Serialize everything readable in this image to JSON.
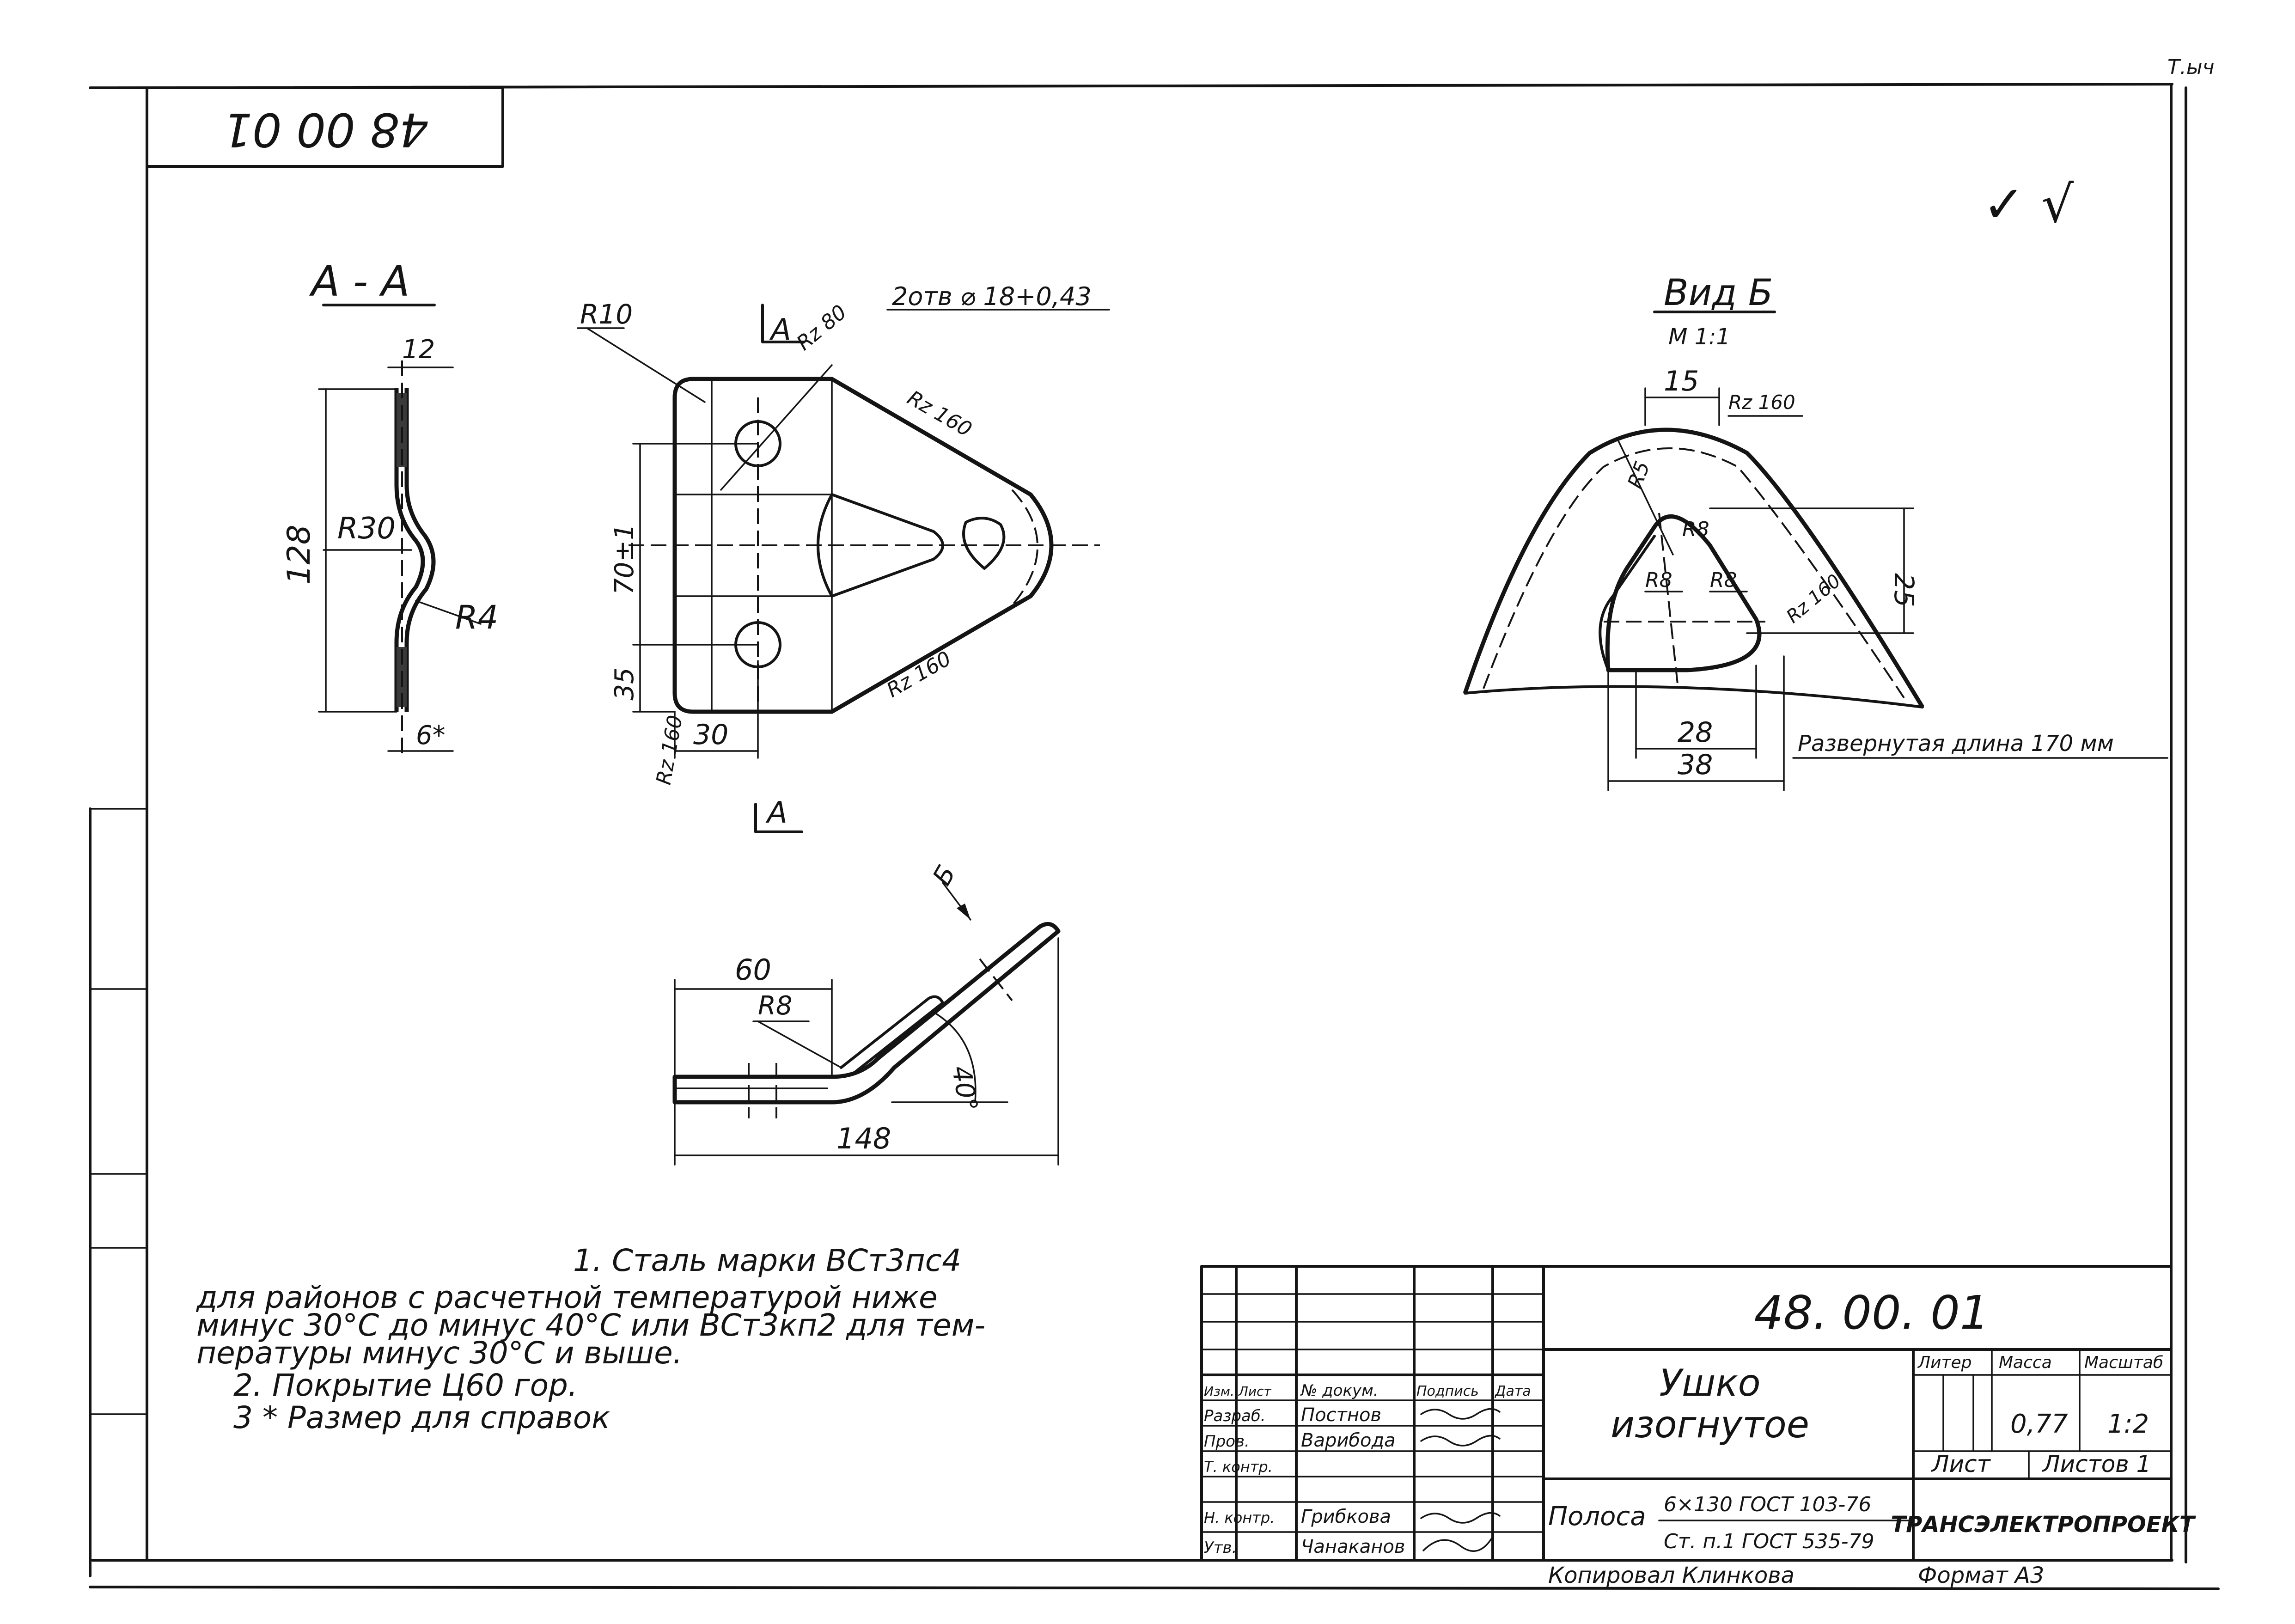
{
  "stamp": {
    "code": "48 00 01",
    "sign": "Т.ыч"
  },
  "surface_mark": "✓ √",
  "section_aa": {
    "title": "А - А",
    "dims": {
      "thickness": "12",
      "height": "128",
      "bend_radius": "R30",
      "small_radius": "R4",
      "sheet": "6*"
    }
  },
  "front_view": {
    "radius_corner": "R10",
    "holes": "2отв ⌀ 18+0,43",
    "section_label": "А",
    "roughness_top": "Rz 80",
    "roughness_edge": "Rz 160",
    "roughness_bottom": "Rz 160",
    "roughness_left": "Rz 160",
    "dim_height": "70±1",
    "dim_lower": "35",
    "dim_width": "30"
  },
  "side_view": {
    "dim_top": "60",
    "dim_radius": "R8",
    "dim_angle": "40°",
    "dim_length": "148",
    "view_arrow": "Б"
  },
  "view_b": {
    "title": "Вид Б",
    "scale": "М 1:1",
    "dims": {
      "top": "15",
      "rz_top": "Rz 160",
      "r_outer": "R5",
      "r_inner": "R8",
      "r_left": "R8",
      "r_right": "R8",
      "rz_right": "Rz 160",
      "height": "25",
      "inner_width": "28",
      "outer_width": "38"
    },
    "note": "Развернутая длина 170 мм"
  },
  "notes": {
    "line1": "1. Сталь марки ВСт3пс4",
    "line2": "для районов с расчетной температурой ниже",
    "line3": "минус 30°С до минус 40°С или ВСт3кп2 для тем-",
    "line4": "пературы минус 30°С и выше.",
    "line5": "2. Покрытие  Ц60 гор.",
    "line6": "3 * Размер  для справок"
  },
  "title_block": {
    "designation": "48. 00. 01",
    "name_line1": "Ушко",
    "name_line2": "изогнутое",
    "col_lit": "Литер",
    "col_mass": "Масса",
    "col_scale": "Масштаб",
    "mass": "0,77",
    "scale": "1:2",
    "sheet": "Лист",
    "sheets": "Листов 1",
    "material_label": "Полоса",
    "material_top": "6×130 ГОСТ 103-76",
    "material_bottom": "Ст. п.1 ГОСТ 535-79",
    "organization": "ТРАНСЭЛЕКТРОПРОЕКТ",
    "hdr_change": "Изм. Лист",
    "hdr_doc": "№ докум.",
    "hdr_sign": "Подпись",
    "hdr_date": "Дата",
    "role_dev": "Разраб.",
    "name_dev": "Постнов",
    "role_check": "Пров.",
    "name_check": "Варибода",
    "role_tcontrol": "Т. контр.",
    "role_ncontrol": "Н. контр.",
    "name_ncontrol": "Грибкова",
    "role_approve": "Утв.",
    "name_approve": "Чанаканов",
    "copied": "Копировал  Клинкова",
    "format": "Формат А3"
  }
}
